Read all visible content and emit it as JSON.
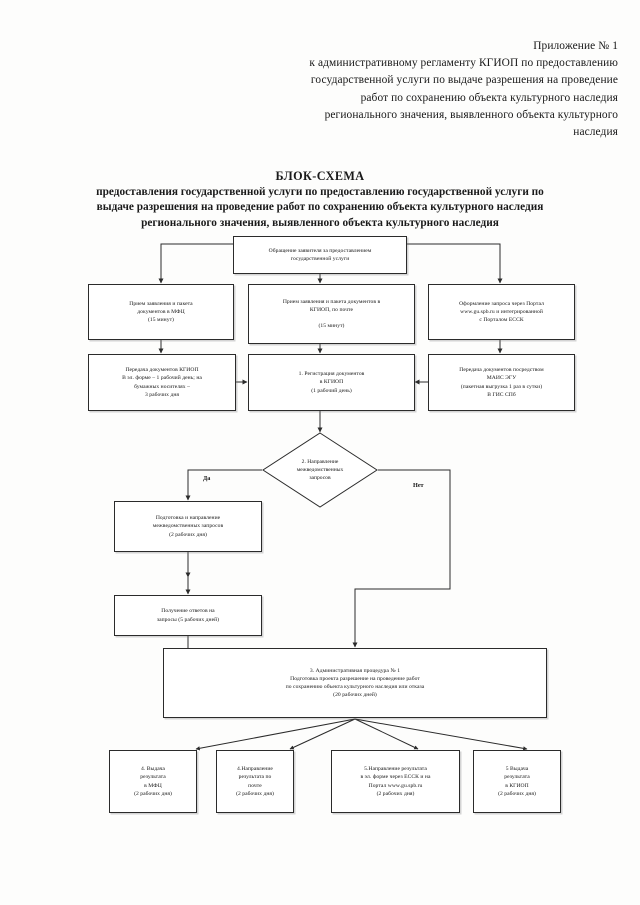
{
  "document": {
    "header": {
      "lines": [
        "Приложение № 1",
        "к административному регламенту КГИОП по предоставлению",
        "государственной услуги по выдаче разрешения на проведение",
        "работ по сохранению объекта культурного наследия",
        "регионального значения, выявленного объекта культурного",
        "наследия"
      ]
    },
    "title": {
      "main": "БЛОК-СХЕМА",
      "sub_lines": [
        "предоставления государственной услуги по предоставлению государственной услуги по",
        "выдаче разрешения на проведение работ по сохранению объекта культурного наследия",
        "регионального значения, выявленного объекта культурного наследия"
      ]
    }
  },
  "chart_data": {
    "type": "diagram",
    "title": "БЛОК-СХЕМА предоставления государственной услуги",
    "nodes": [
      {
        "id": "start",
        "shape": "box",
        "lines": [
          "Обращение заявителя за предоставлением",
          "государственной услуги"
        ]
      },
      {
        "id": "mfc-intake",
        "shape": "box",
        "lines": [
          "Прием заявления и пакета",
          "документов в МФЦ",
          "(15 минут)"
        ]
      },
      {
        "id": "kgiop-intake",
        "shape": "box",
        "lines": [
          "Прием заявления и пакета документов в",
          "КГИОП, по почте",
          "",
          "(15 минут)"
        ]
      },
      {
        "id": "portal-intake",
        "shape": "box",
        "lines": [
          "Оформление запроса через Портал",
          "www.gu.spb.ru и интегрированной",
          "с Порталом ЕССК"
        ]
      },
      {
        "id": "transfer-mfc",
        "shape": "box",
        "lines": [
          "Передача документов КГИОП",
          "В эл. форме – 1 рабочий день; на",
          "бумажных носителях –",
          "3 рабочих дня"
        ]
      },
      {
        "id": "registration",
        "shape": "box",
        "lines": [
          "1. Регистрация документов",
          "в КГИОП",
          "(1 рабочий день)"
        ]
      },
      {
        "id": "transfer-mais",
        "shape": "box",
        "lines": [
          "Передача документов посредством",
          "МАИС ЭГУ",
          "(пакетная выгрузка 1 раз в сутки)",
          "В ГИС СПб"
        ]
      },
      {
        "id": "decision",
        "shape": "diamond",
        "lines": [
          "2. Направление",
          "межведомственных",
          "запросов"
        ]
      },
      {
        "id": "prepare-requests",
        "shape": "box",
        "lines": [
          "Подготовка и направление",
          "межведомственных запросов",
          "(2 рабочих дня)"
        ]
      },
      {
        "id": "receive-answers",
        "shape": "box",
        "lines": [
          "Получение ответов на",
          "запросы (5 рабочих дней)"
        ]
      },
      {
        "id": "procedure-1",
        "shape": "box",
        "lines": [
          "3. Административная процедура № 1",
          "Подготовка проекта разрешение на проведение работ",
          "по сохранению объекта культурного наследия или отказа",
          "(20 рабочих дней)"
        ]
      },
      {
        "id": "result-mfc",
        "shape": "box",
        "lines": [
          "4. Выдача",
          "результата",
          "в МФЦ",
          "(2 рабочих дня)"
        ]
      },
      {
        "id": "result-post",
        "shape": "box",
        "lines": [
          "4.Направление",
          "результата по",
          "почте",
          "(2 рабочих дня)"
        ]
      },
      {
        "id": "result-essk",
        "shape": "box",
        "lines": [
          "5.Направление результата",
          "в эл. форме через ЕССК и на",
          "Портал www.gu.spb.ru",
          "(2 рабочих дня)"
        ]
      },
      {
        "id": "result-kgiop",
        "shape": "box",
        "lines": [
          "5 Выдача",
          "результата",
          "в КГИОП",
          "(2 рабочих дня)"
        ]
      }
    ],
    "branch_labels": {
      "yes": "Да",
      "no": "Нет"
    },
    "colors": {
      "line": "#2b2b2b",
      "text": "#141414",
      "background": "#ffffff"
    }
  }
}
